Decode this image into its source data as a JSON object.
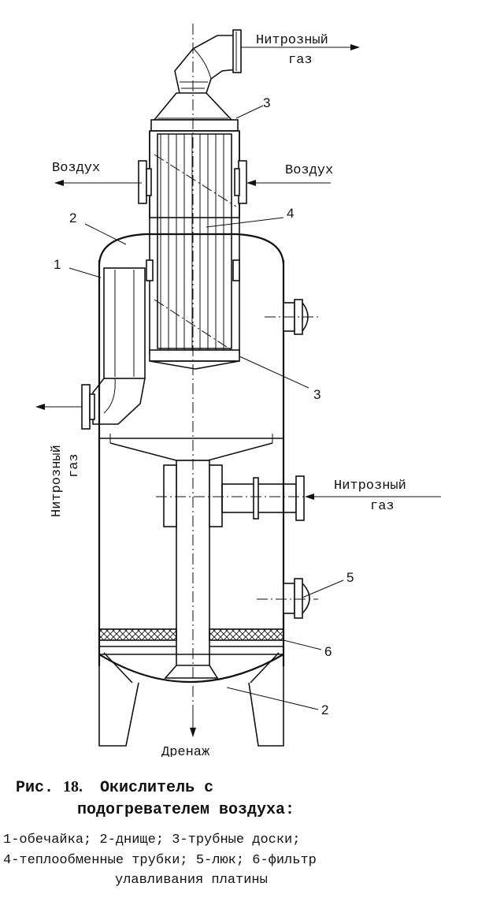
{
  "flows": {
    "nitrous_gas_out_top_line1": "Нитрозный",
    "nitrous_gas_out_top_line2": "газ",
    "air_out_left": "Воздух",
    "air_in_right": "Воздух",
    "nitrous_gas_out_left_line1": "Нитрозный",
    "nitrous_gas_out_left_line2": "газ",
    "nitrous_gas_in_right_line1": "Нитрозный",
    "nitrous_gas_in_right_line2": "газ",
    "drain": "Дренаж"
  },
  "callouts": {
    "top_tube_sheet": "3",
    "bottom_tube_sheet": "3",
    "tubes": "4",
    "shell": "1",
    "top_head": "2",
    "bottom_head": "2",
    "hatch": "5",
    "filter": "6"
  },
  "caption": {
    "prefix": "Рис.",
    "number": "18.",
    "title_line1": "Окислитель с",
    "title_line2": "подогревателем воздуха:",
    "legend_line1": "1-обечайка; 2-днище; 3-трубные доски;",
    "legend_line2": "4-теплообменные трубки; 5-люк; 6-фильтр",
    "legend_line3": "улавливания платины"
  }
}
